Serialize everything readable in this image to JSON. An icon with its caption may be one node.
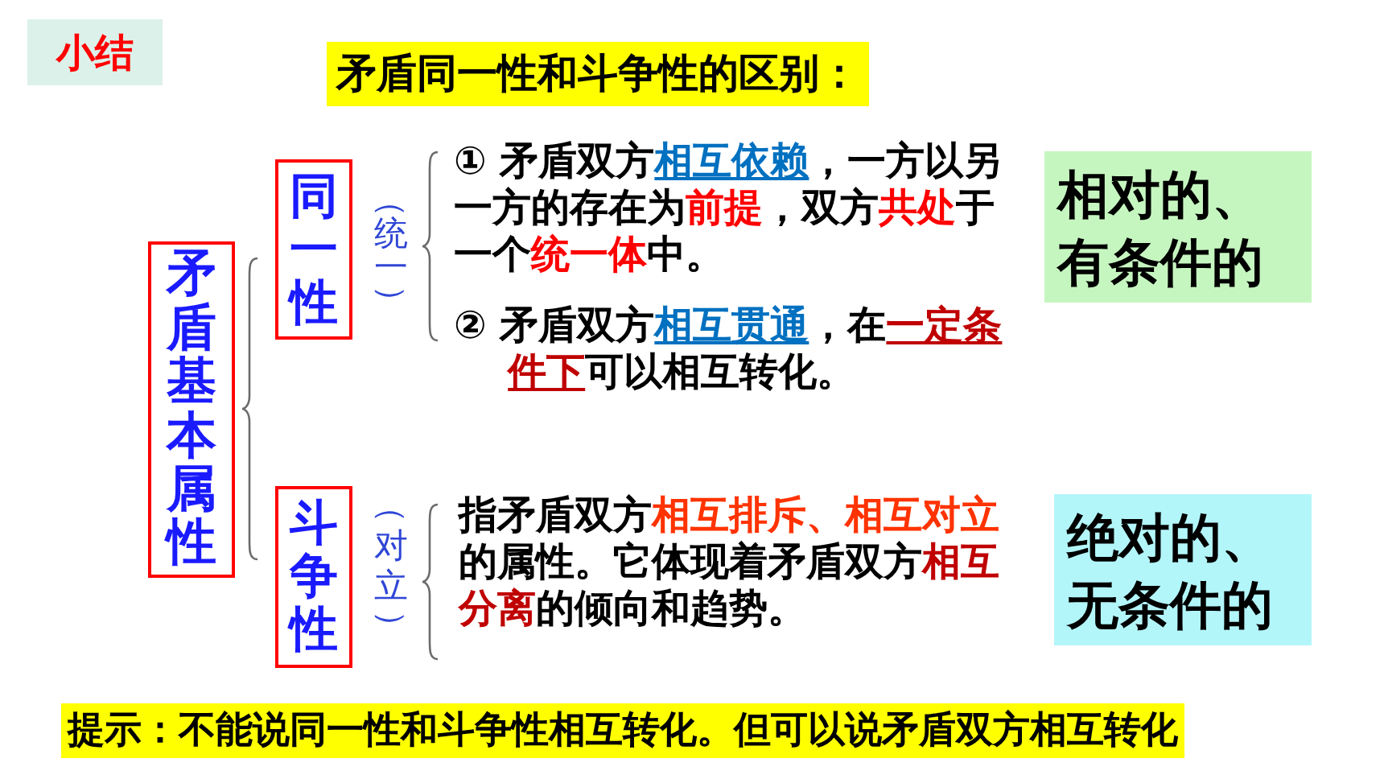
{
  "diagram": {
    "title": "矛盾同一性和斗争性的区别：",
    "nodes": [
      {
        "text": [
          "小结"
        ]
      },
      {
        "text": [
          "矛盾基本属性"
        ]
      },
      {
        "text": [
          "同一性"
        ],
        "beside": [
          "（统一）"
        ]
      },
      {
        "text": [
          "斗争性"
        ],
        "beside": [
          "（对立）"
        ]
      },
      {
        "text": [
          "相对的、有条件的"
        ]
      },
      {
        "text": [
          "绝对的、无条件的"
        ]
      }
    ],
    "labels": [
      "① 矛盾双方相互依赖，一方以另一方的存在为前提，双方共处于一个统一体中。",
      "② 矛盾双方相互贯通，在一定条件下可以相互转化。",
      "指矛盾双方相互排斥、相互对立的属性。它体现着矛盾双方相互分离的倾向和趋势。",
      "提示：不能说同一性和斗争性相互转化。但可以说矛盾双方相互转化"
    ]
  }
}
